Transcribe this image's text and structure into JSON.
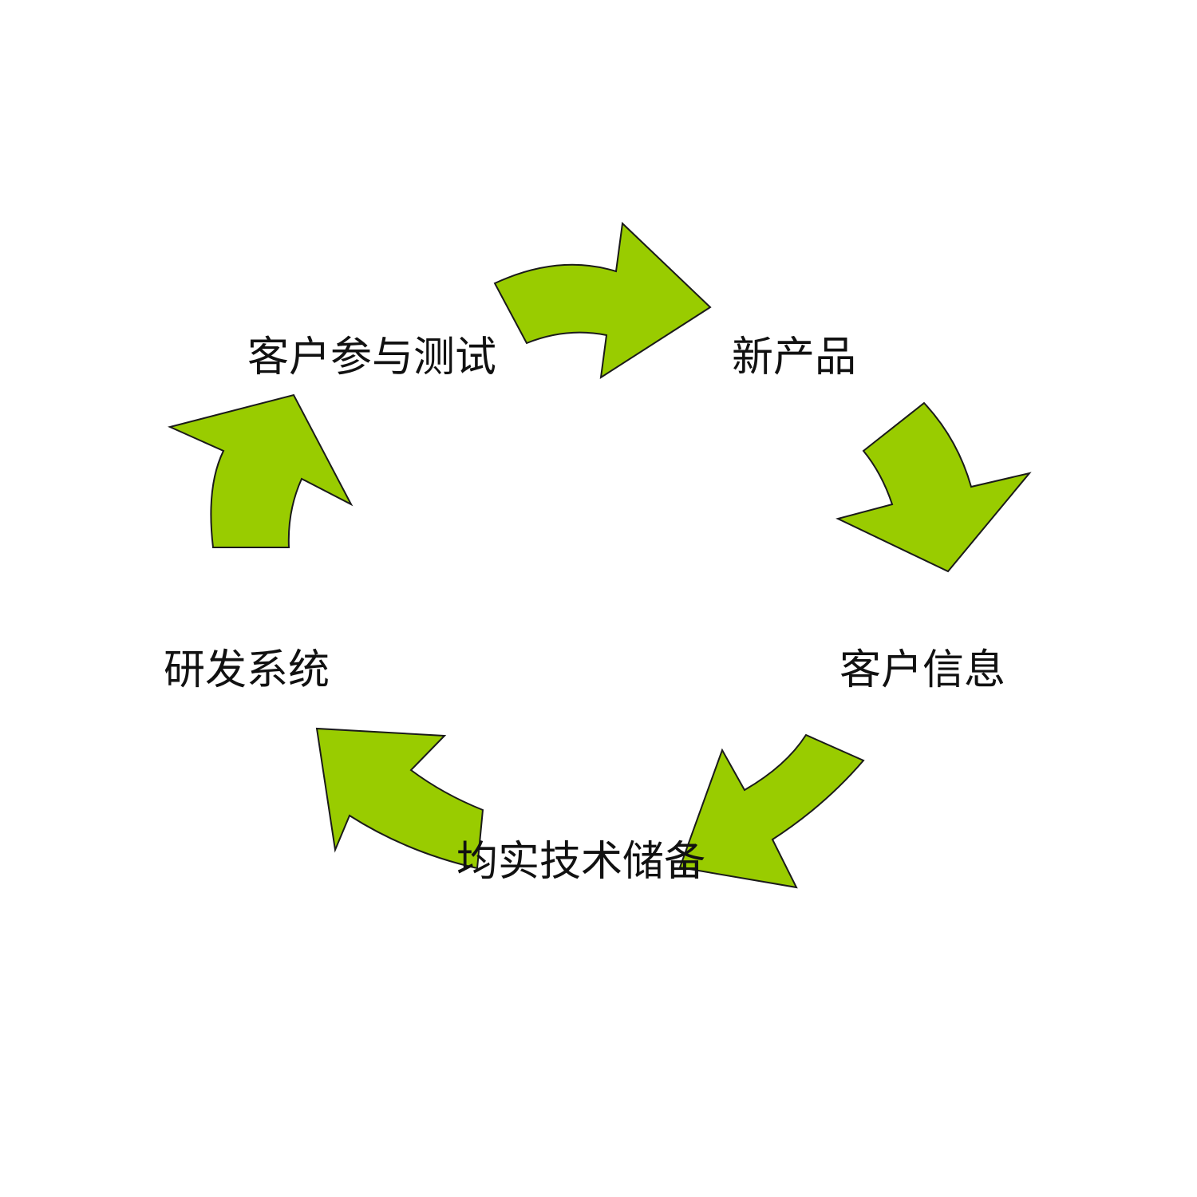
{
  "diagram": {
    "type": "cycle",
    "arrow_color": "#99cc00",
    "stroke_color": "#1a1a1a",
    "nodes": [
      {
        "id": "new-product",
        "label": "新产品"
      },
      {
        "id": "customer-info",
        "label": "客户信息"
      },
      {
        "id": "tech-reserve",
        "label": "均实技术储备"
      },
      {
        "id": "rd-system",
        "label": "研发系统"
      },
      {
        "id": "customer-testing",
        "label": "客户参与测试"
      }
    ],
    "edges": [
      {
        "from": "customer-testing",
        "to": "new-product"
      },
      {
        "from": "new-product",
        "to": "customer-info"
      },
      {
        "from": "customer-info",
        "to": "tech-reserve"
      },
      {
        "from": "tech-reserve",
        "to": "rd-system"
      },
      {
        "from": "rd-system",
        "to": "customer-testing"
      }
    ]
  }
}
